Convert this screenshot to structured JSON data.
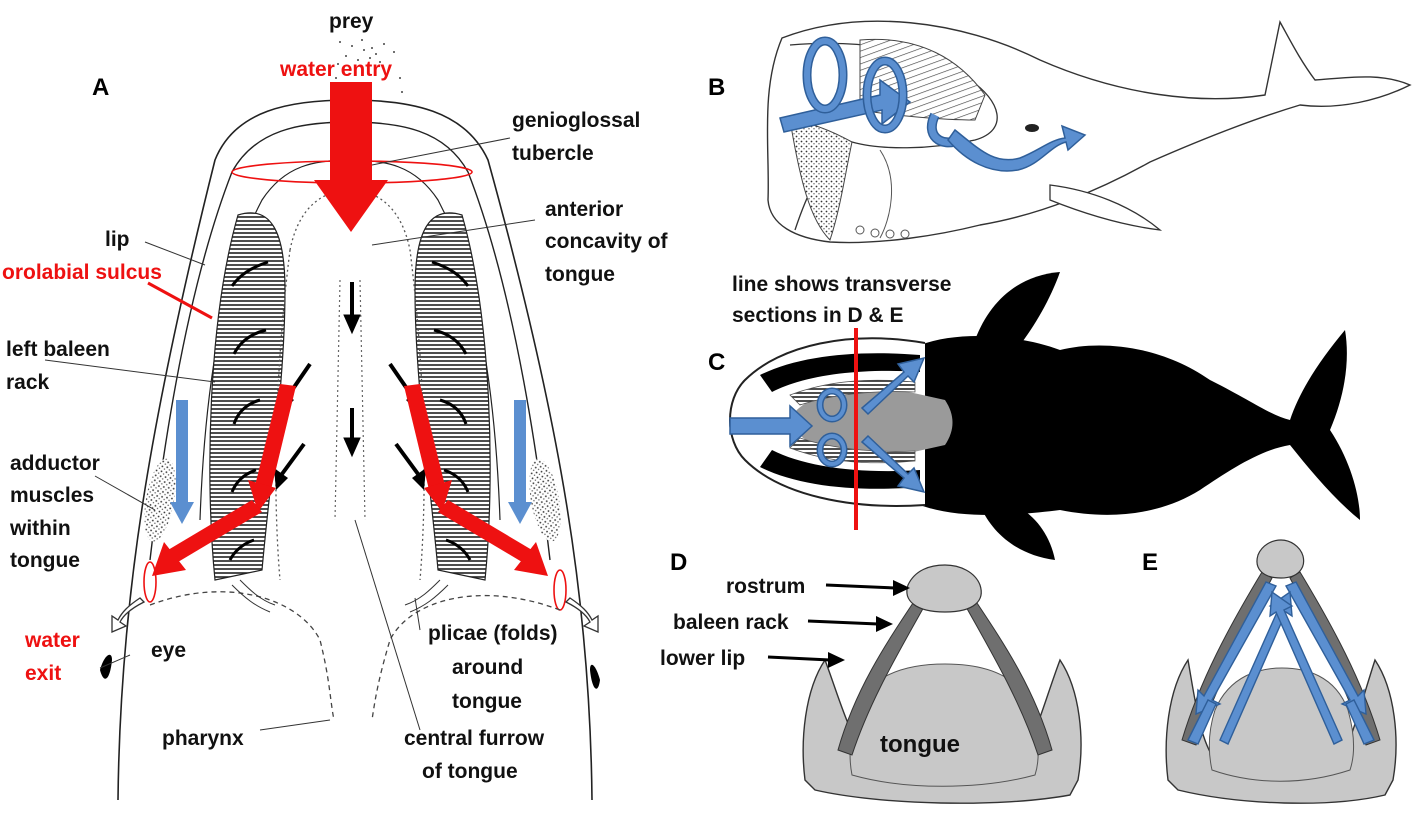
{
  "colors": {
    "red": "#ee1111",
    "blue": "#5b8fd0",
    "dark_blue": "#2f5f9a",
    "black": "#000000",
    "gray": "#c8c8c8",
    "dark_gray": "#6f6f6f"
  },
  "panels": {
    "a": "A",
    "b": "B",
    "c": "C",
    "d": "D",
    "e": "E"
  },
  "panel_a": {
    "prey": "prey",
    "water_entry": "water entry",
    "genioglossal": [
      "genioglossal",
      "tubercle"
    ],
    "anterior": [
      "anterior",
      "concavity of",
      "tongue"
    ],
    "lip": "lip",
    "orolabial": "orolabial sulcus",
    "left_baleen": [
      "left baleen",
      "rack"
    ],
    "adductor": [
      "adductor",
      "muscles",
      "within",
      "tongue"
    ],
    "water_exit": [
      "water",
      "exit"
    ],
    "eye": "eye",
    "plicae": [
      "plicae (folds)",
      "around",
      "tongue"
    ],
    "pharynx": "pharynx",
    "central_furrow": [
      "central furrow",
      "of tongue"
    ]
  },
  "panel_c": {
    "line_note": [
      "line shows  transverse",
      "sections in D & E"
    ]
  },
  "panel_d": {
    "rostrum": "rostrum",
    "baleen_rack": "baleen rack",
    "lower_lip": "lower lip",
    "tongue": "tongue"
  }
}
